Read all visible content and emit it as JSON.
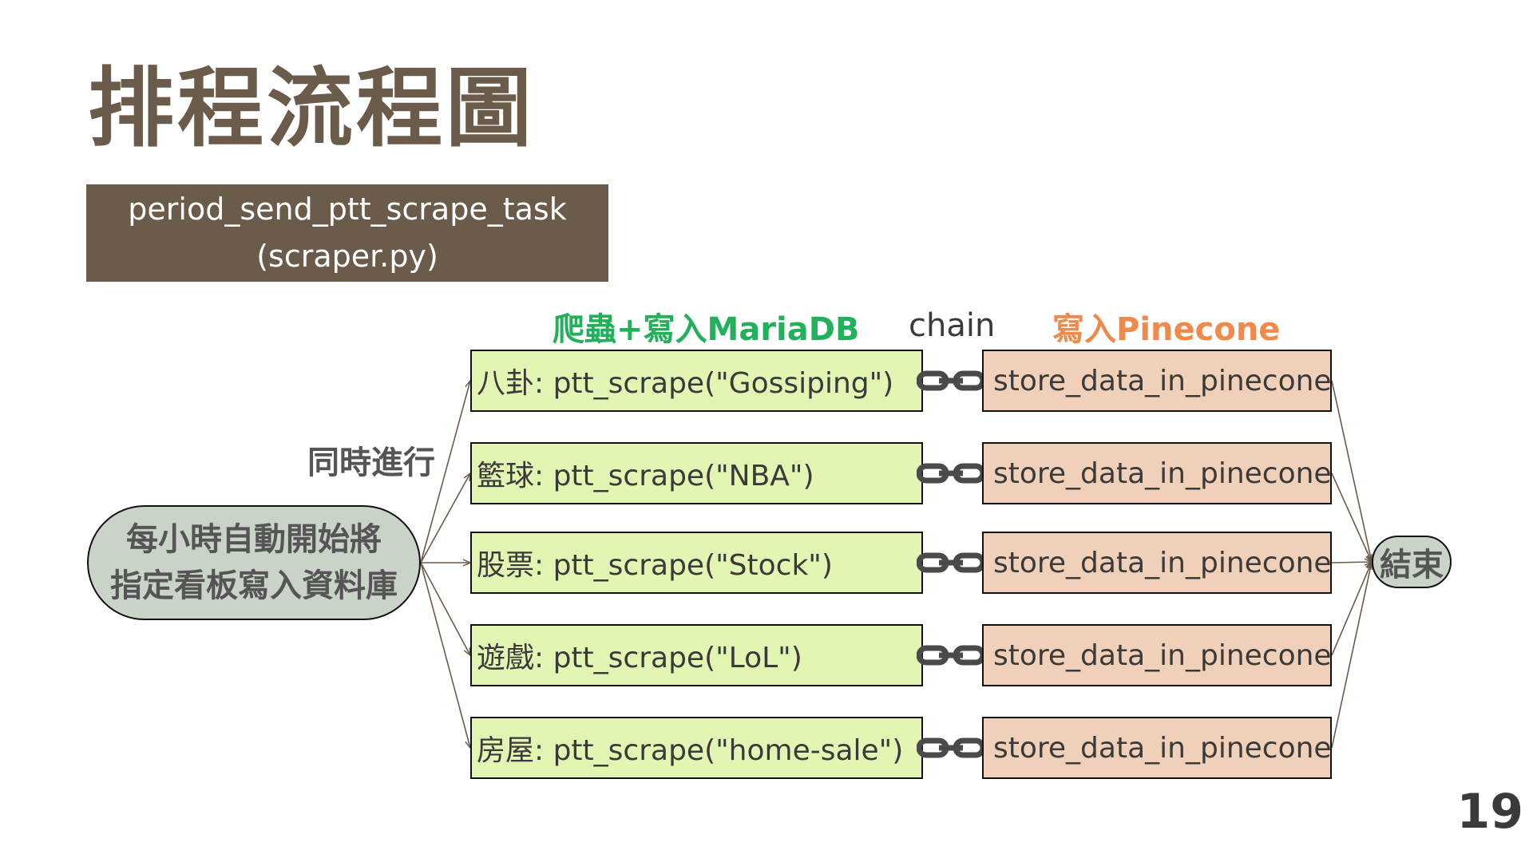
{
  "title": "排程流程圖",
  "task": {
    "line1": "period_send_ptt_scrape_task",
    "line2": "(scraper.py)"
  },
  "headers": {
    "scrape": "爬蟲+寫入MariaDB",
    "chain": "chain",
    "store": "寫入Pinecone"
  },
  "side_label": "同時進行",
  "start": {
    "line1": "每小時自動開始將",
    "line2": "指定看板寫入資料庫"
  },
  "end": "結束",
  "rows": [
    {
      "scrape": "八卦: ptt_scrape(\"Gossiping\")",
      "store": "store_data_in_pinecone"
    },
    {
      "scrape": "籃球: ptt_scrape(\"NBA\")",
      "store": "store_data_in_pinecone"
    },
    {
      "scrape": "股票: ptt_scrape(\"Stock\")",
      "store": "store_data_in_pinecone"
    },
    {
      "scrape": "遊戲: ptt_scrape(\"LoL\")",
      "store": "store_data_in_pinecone"
    },
    {
      "scrape": "房屋: ptt_scrape(\"home-sale\")",
      "store": "store_data_in_pinecone"
    }
  ],
  "page_number": "19",
  "colors": {
    "brown": "#6b5b4b",
    "green_header": "#22b05a",
    "orange_header": "#f08a4b",
    "scrape_fill": "#e2f5b3",
    "store_fill": "#f0d0b8",
    "node_fill": "#c9d3c7"
  },
  "icons": {
    "chain": "chain-link-icon"
  }
}
